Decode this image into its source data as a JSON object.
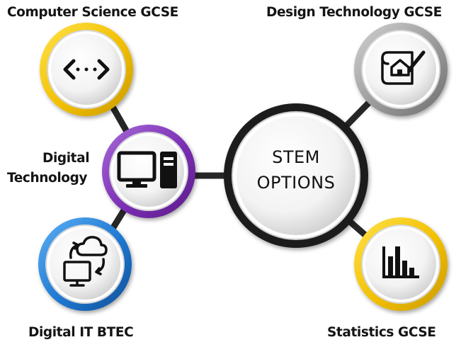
{
  "center": {
    "line1": "STEM",
    "line2": "OPTIONS"
  },
  "nodes": {
    "computer_science": {
      "label": "Computer Science GCSE",
      "ring_color": "#F2C300",
      "icon": "code-icon"
    },
    "design_technology": {
      "label": "Design Technology GCSE",
      "ring_color": "#9A9A9A",
      "icon": "blueprint-house-icon"
    },
    "digital_technology": {
      "label_line1": "Digital",
      "label_line2": "Technology",
      "ring_color": "#7B2FB4",
      "icon": "desktop-computer-icon"
    },
    "digital_it": {
      "label": "Digital IT BTEC",
      "ring_color": "#1F78D1",
      "icon": "cloud-sync-computer-icon"
    },
    "statistics": {
      "label": "Statistics GCSE",
      "ring_color": "#F2C300",
      "icon": "bar-chart-icon"
    }
  }
}
